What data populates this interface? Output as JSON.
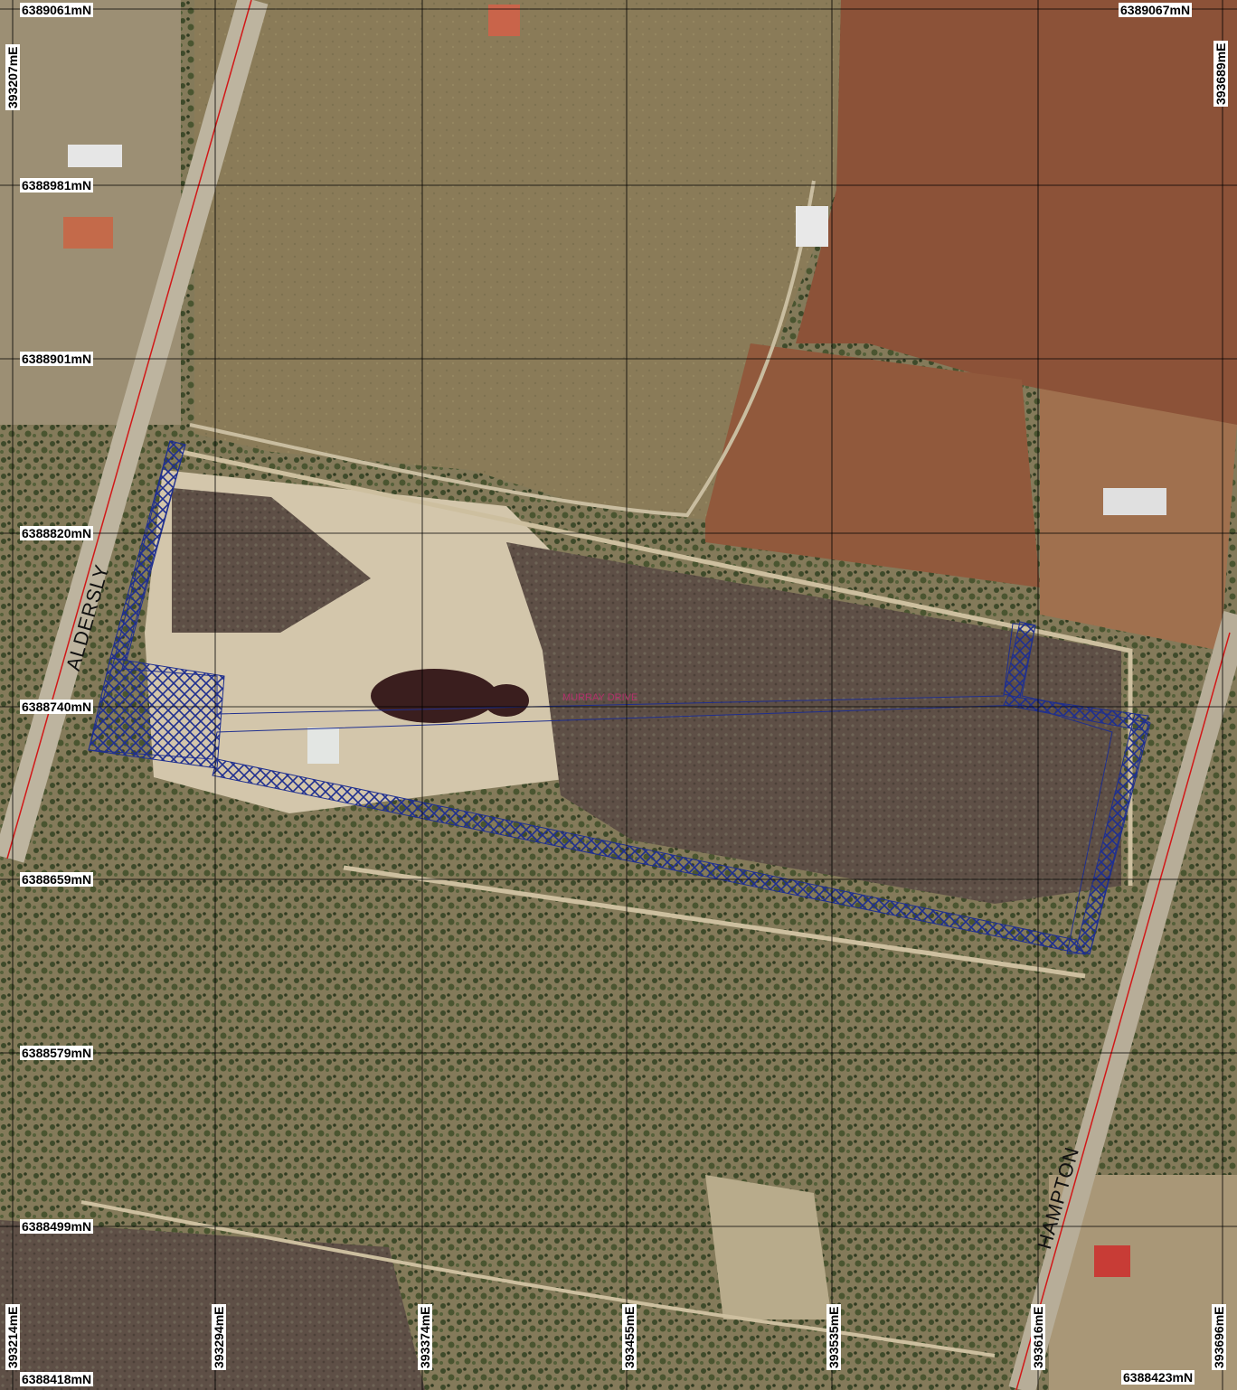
{
  "map": {
    "northing_labels": [
      "6389061mN",
      "6388981mN",
      "6388901mN",
      "6388820mN",
      "6388740mN",
      "6388659mN",
      "6388579mN",
      "6388499mN",
      "6388418mN"
    ],
    "northing_labels_right": [
      "6389067mN",
      "6388423mN"
    ],
    "easting_labels_top": [
      "393207mE",
      "393689mE"
    ],
    "easting_labels_bottom": [
      "393214mE",
      "393294mE",
      "393374mE",
      "393455mE",
      "393535mE",
      "393616mE",
      "393696mE"
    ],
    "road_labels": [
      "ALDERSLY",
      "HAMPTON"
    ],
    "parcel_label": "MURRAY DRIVE",
    "colors": {
      "grid": "#000000",
      "boundary_hatch": "#1f2f8f",
      "road_line": "#d11818",
      "field": "#8a7a55",
      "scrub": "#5b5a3a",
      "pale_ground": "#d9cdb4",
      "dam": "#3a1e1e"
    }
  }
}
